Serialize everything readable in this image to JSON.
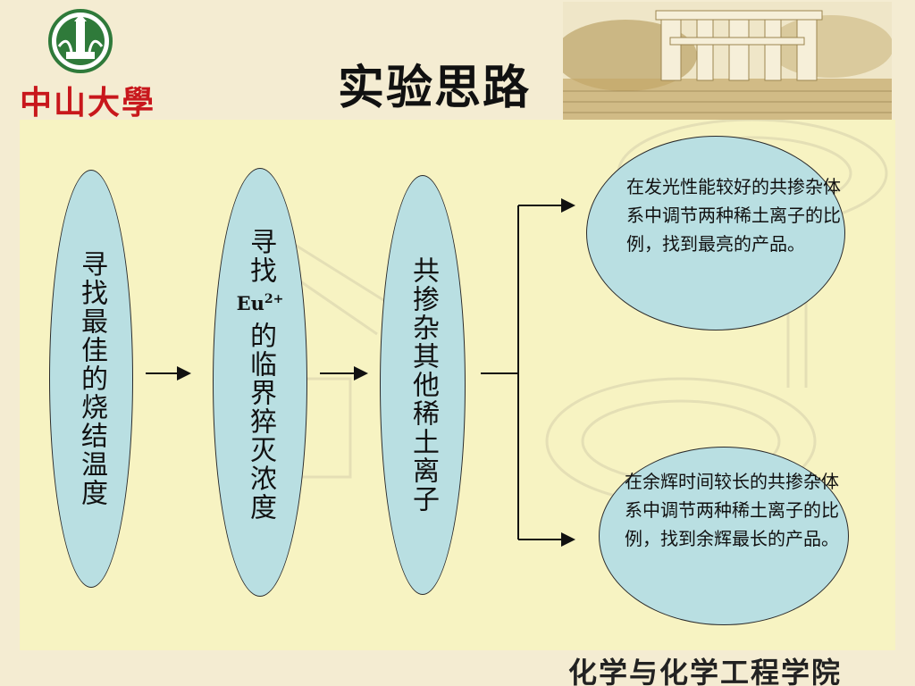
{
  "header": {
    "logo_text": "中山大學",
    "title": "实验思路"
  },
  "flow": {
    "step1": "寻找最佳的烧结温度",
    "step2_top": "寻找",
    "step2_eu": "Eu",
    "step2_sup": "2+",
    "step2_bottom": "的临界猝灭浓度",
    "step3": "共掺杂其他稀土离子"
  },
  "outcomes": {
    "top": "在发光性能较好的共掺杂体系中调节两种稀土离子的比例，找到最亮的产品。",
    "bottom": "在余辉时间较长的共掺杂体系中调节两种稀土离子的比例，找到余辉最长的产品。"
  },
  "footer": {
    "school": "化学与化学工程学院"
  },
  "colors": {
    "ellipse_fill": "#b9dfe2",
    "panel": "#f7f3c2",
    "logo_red": "#c8171c",
    "logo_green": "#2f7a3a"
  }
}
